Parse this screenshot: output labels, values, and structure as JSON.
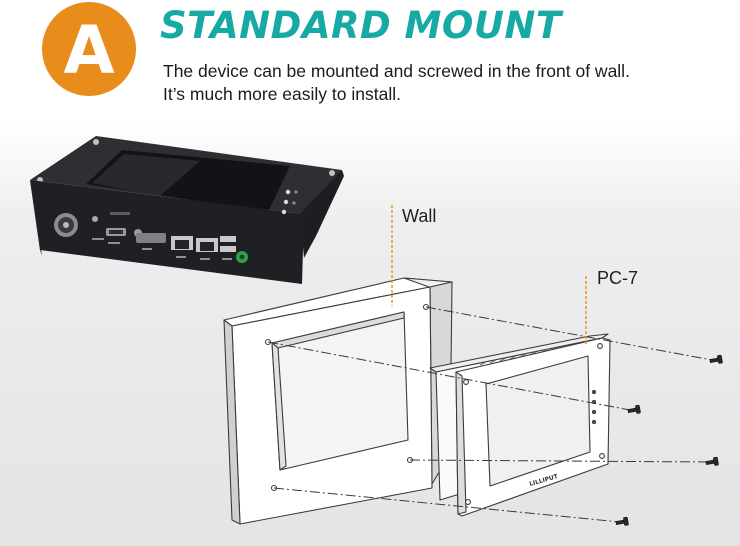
{
  "header": {
    "badge_letter": "A",
    "title": "STANDARD MOUNT",
    "lines": [
      "The device can be mounted and screwed in the front of wall.",
      "It’s much more easily to install."
    ]
  },
  "labels": {
    "wall": "Wall",
    "device": "PC-7"
  },
  "device_brand": "LILLIPUT",
  "colors": {
    "accent": "#e88c1b",
    "title": "#17a9a4",
    "leader": "#e88c1b"
  },
  "icons": [
    "power-port-icon",
    "hdmi-port-icon",
    "ethernet-port-icon",
    "usb-port-icon",
    "audio-jack-icon",
    "screw-icon"
  ]
}
